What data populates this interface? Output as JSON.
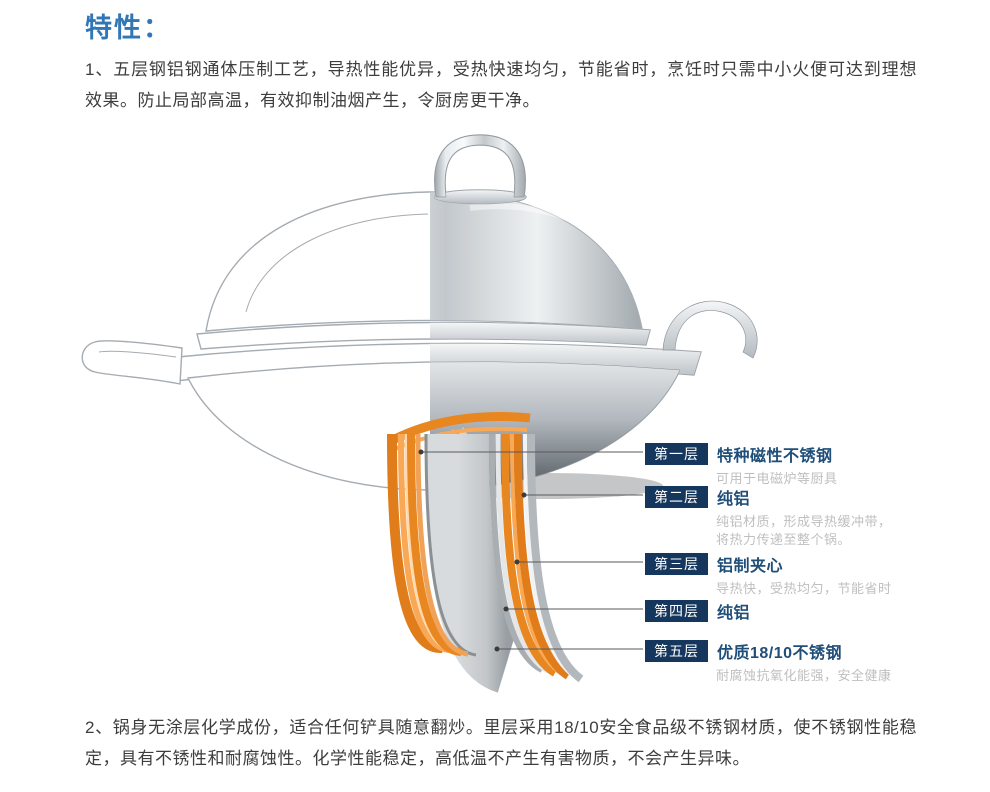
{
  "page": {
    "title": "特性：",
    "para1": "1、五层钢铝钢通体压制工艺，导热性能优异，受热快速均匀，节能省时，烹饪时只需中小火便可达到理想效果。防止局部高温，有效抑制油烟产生，令厨房更干净。",
    "para2": "2、锅身无涂层化学成份，适合任何铲具随意翻炒。里层采用18/10安全食品级不锈钢材质，使不锈钢性能稳定，具有不锈性和耐腐蚀性。化学性能稳定，高低温不产生有害物质，不会产生异味。"
  },
  "figure": {
    "layers": [
      {
        "tag": "第一层",
        "name": "特种磁性不锈钢",
        "desc": "可用于电磁炉等厨具"
      },
      {
        "tag": "第二层",
        "name": "纯铝",
        "desc": "纯铝材质，形成导热缓冲带，\n将热力传递至整个锅。"
      },
      {
        "tag": "第三层",
        "name": "铝制夹心",
        "desc": "导热快，受热均匀，节能省时"
      },
      {
        "tag": "第四层",
        "name": "纯铝",
        "desc": ""
      },
      {
        "tag": "第五层",
        "name": "优质18/10不锈钢",
        "desc": "耐腐蚀抗氧化能强，安全健康"
      }
    ]
  },
  "colors": {
    "title_blue": "#3277b5",
    "label_navy": "#16375d",
    "layer_name_blue": "#1f4e79",
    "layer_orange": "#e8821f",
    "steel_silver": "#c6cacd",
    "desc_gray": "#bfbfbf"
  }
}
